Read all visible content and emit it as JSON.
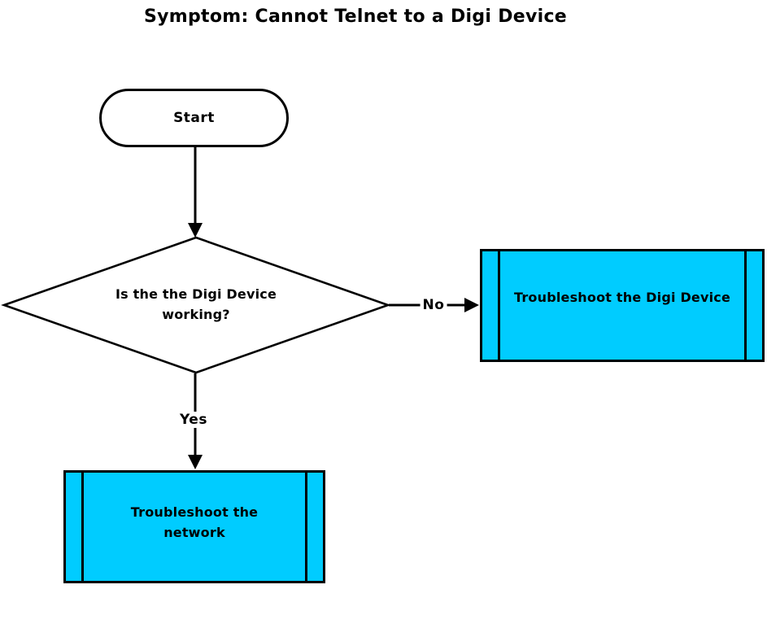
{
  "title": "Symptom: Cannot Telnet to a Digi Device",
  "colors": {
    "process_fill": "#00CCFF",
    "line": "#000000",
    "background": "#FFFFFF",
    "text": "#000000"
  },
  "nodes": {
    "start": {
      "type": "terminator",
      "label": "Start"
    },
    "decision": {
      "type": "decision",
      "label": "Is the the Digi Device working?"
    },
    "troubleshoot_digi": {
      "type": "predefined-process",
      "label": "Troubleshoot the Digi Device"
    },
    "troubleshoot_network": {
      "type": "predefined-process",
      "label": "Troubleshoot the network"
    }
  },
  "edges": {
    "start_to_decision": {
      "from": "start",
      "to": "decision",
      "label": ""
    },
    "decision_no": {
      "from": "decision",
      "to": "troubleshoot_digi",
      "label": "No"
    },
    "decision_yes": {
      "from": "decision",
      "to": "troubleshoot_network",
      "label": "Yes"
    }
  }
}
